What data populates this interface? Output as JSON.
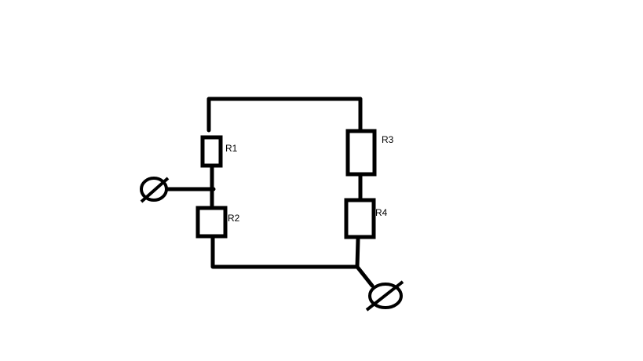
{
  "diagram": {
    "resistors": [
      {
        "label": "R1"
      },
      {
        "label": "R2"
      },
      {
        "label": "R3"
      },
      {
        "label": "R4"
      }
    ],
    "terminals": [
      {
        "icon": "terminal-circle-icon"
      },
      {
        "icon": "terminal-circle-icon"
      }
    ],
    "colors": {
      "line": "#000000",
      "background": "#ffffff"
    }
  }
}
